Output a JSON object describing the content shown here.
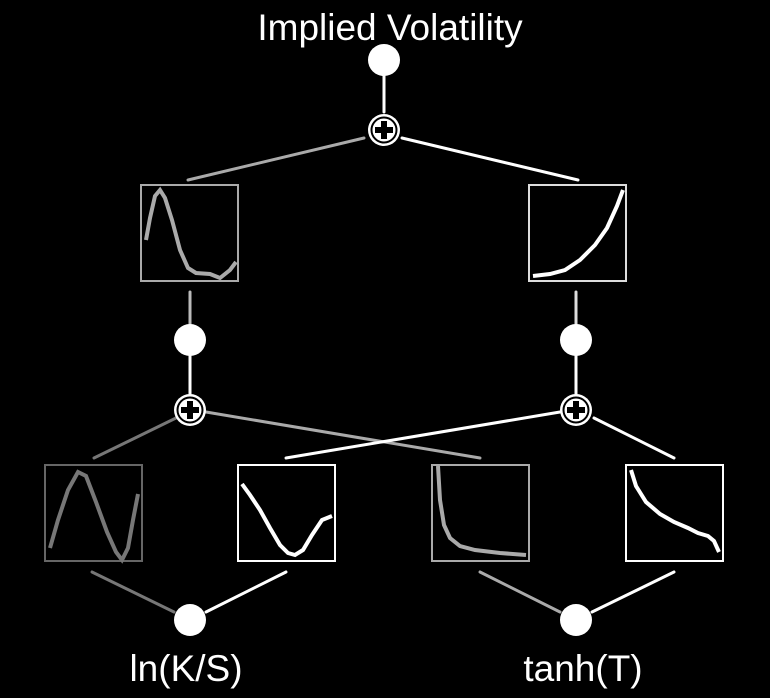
{
  "output_label": "Implied Volatility",
  "inputs": {
    "left": "ln(K/S)",
    "right": "tanh(T)"
  },
  "colors": {
    "background": "#000000",
    "strong": "#ffffff",
    "medium": "#bdbdbd",
    "faint": "#777777"
  },
  "icons": {
    "node": "circle-node-icon",
    "sum": "circle-plus-icon",
    "activation": "activation-plot-icon"
  }
}
